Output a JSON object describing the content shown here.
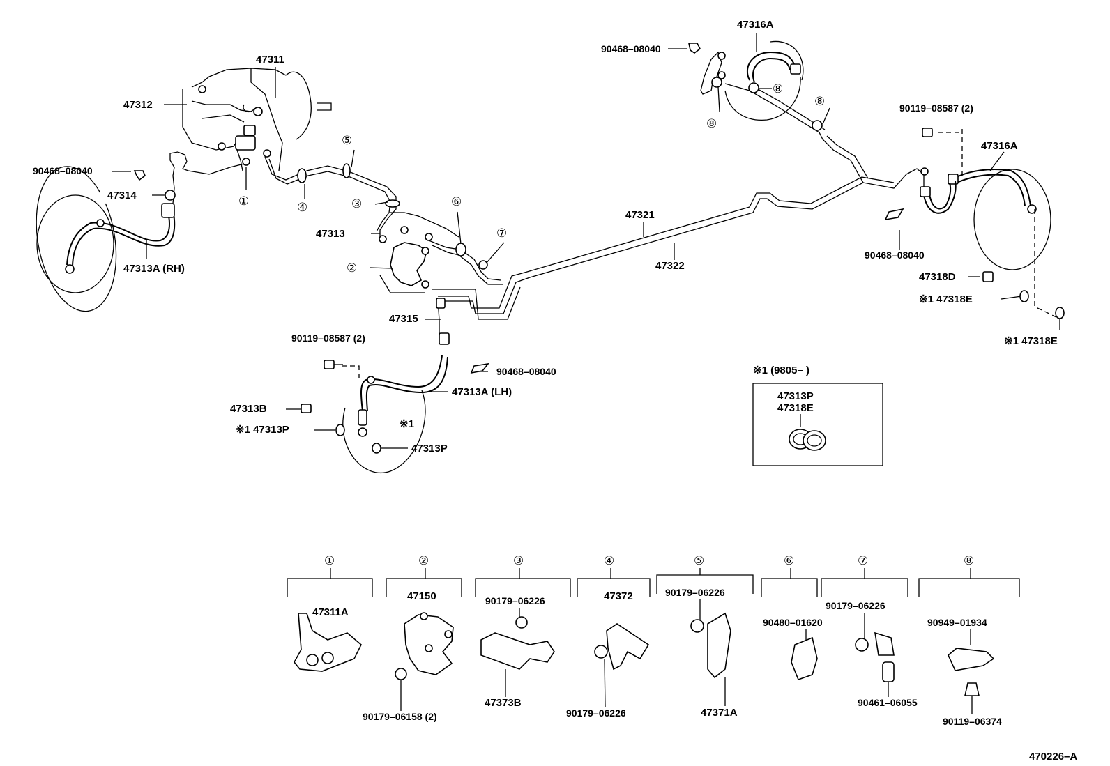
{
  "diagram_code": "470226–A",
  "callouts": {
    "p47311": "47311",
    "p47312": "47312",
    "p90468_rh": "90468–08040",
    "p47314": "47314",
    "p47313a_rh": "47313A (RH)",
    "p47313": "47313",
    "p47315": "47315",
    "p90119_lh": "90119–08587 (2)",
    "p90468_lh": "90468–08040",
    "p47313a_lh": "47313A (LH)",
    "p47313b": "47313B",
    "p47313p_a": "※1 47313P",
    "p47313p_b": "47313P",
    "note1_lh": "※1",
    "p47321": "47321",
    "p47322": "47322",
    "p47316a_top": "47316A",
    "p90468_top": "90468–08040",
    "p90119_rr": "90119–08587 (2)",
    "p47316a_rr": "47316A",
    "p90468_rr": "90468–08040",
    "p47318d": "47318D",
    "p47318e_a": "※1 47318E",
    "p47318e_b": "※1 47318E"
  },
  "note_box": {
    "heading": "※1 (9805–        )",
    "line1": "47313P",
    "line2": "47318E"
  },
  "circle_markers": {
    "m1": "①",
    "m2": "②",
    "m3": "③",
    "m4": "④",
    "m5": "⑤",
    "m6": "⑥",
    "m7": "⑦",
    "m8": "⑧"
  },
  "detail_groups": [
    {
      "marker": "①",
      "parts": [
        "47311A"
      ]
    },
    {
      "marker": "②",
      "parts": [
        "47150",
        "90179–06158 (2)"
      ]
    },
    {
      "marker": "③",
      "parts": [
        "90179–06226",
        "47373B"
      ]
    },
    {
      "marker": "④",
      "parts": [
        "47372",
        "90179–06226"
      ]
    },
    {
      "marker": "⑤",
      "parts": [
        "90179–06226",
        "47371A"
      ]
    },
    {
      "marker": "⑥",
      "parts": [
        "90480–01620"
      ]
    },
    {
      "marker": "⑦",
      "parts": [
        "90179–06226",
        "90461–06055"
      ]
    },
    {
      "marker": "⑧",
      "parts": [
        "90949–01934",
        "90119–06374"
      ]
    }
  ]
}
